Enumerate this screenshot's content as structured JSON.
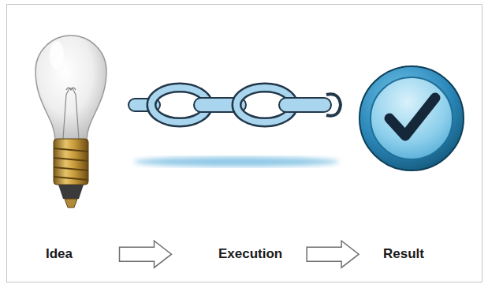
{
  "diagram": {
    "nodes": [
      {
        "text": [
          "Idea"
        ]
      },
      {
        "text": [
          "Execution"
        ]
      },
      {
        "text": [
          "Result"
        ]
      }
    ],
    "edges": [
      {
        "from": 0,
        "to": 1,
        "arrow": "to"
      },
      {
        "from": 1,
        "to": 2,
        "arrow": "to"
      }
    ]
  }
}
